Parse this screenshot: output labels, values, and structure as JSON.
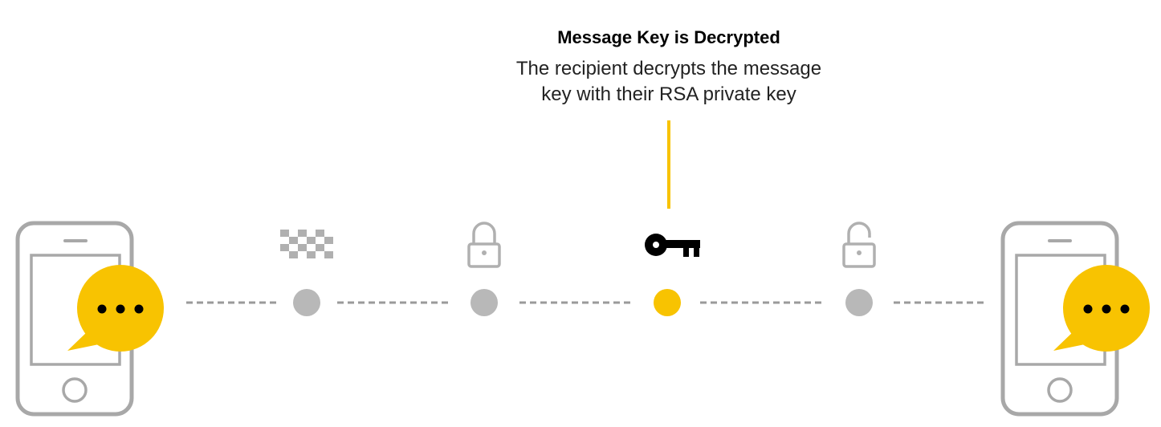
{
  "callout": {
    "title": "Message Key is Decrypted",
    "description_line1": "The recipient decrypts the message",
    "description_line2": "key with their RSA private key"
  },
  "steps": [
    {
      "icon": "checkerboard-icon",
      "status": "inactive"
    },
    {
      "icon": "lock-closed-icon",
      "status": "inactive"
    },
    {
      "icon": "key-icon",
      "status": "active"
    },
    {
      "icon": "lock-open-icon",
      "status": "inactive"
    }
  ],
  "devices": [
    {
      "role": "sender",
      "icon": "phone-icon",
      "bubble": "chat-bubble-icon"
    },
    {
      "role": "recipient",
      "icon": "phone-icon",
      "bubble": "chat-bubble-icon"
    }
  ],
  "colors": {
    "accent": "#f8c301",
    "inactive": "#b8b8b8",
    "device": "#a8a8a8",
    "active_icon": "#000000",
    "dash": "#9a9a9a"
  }
}
